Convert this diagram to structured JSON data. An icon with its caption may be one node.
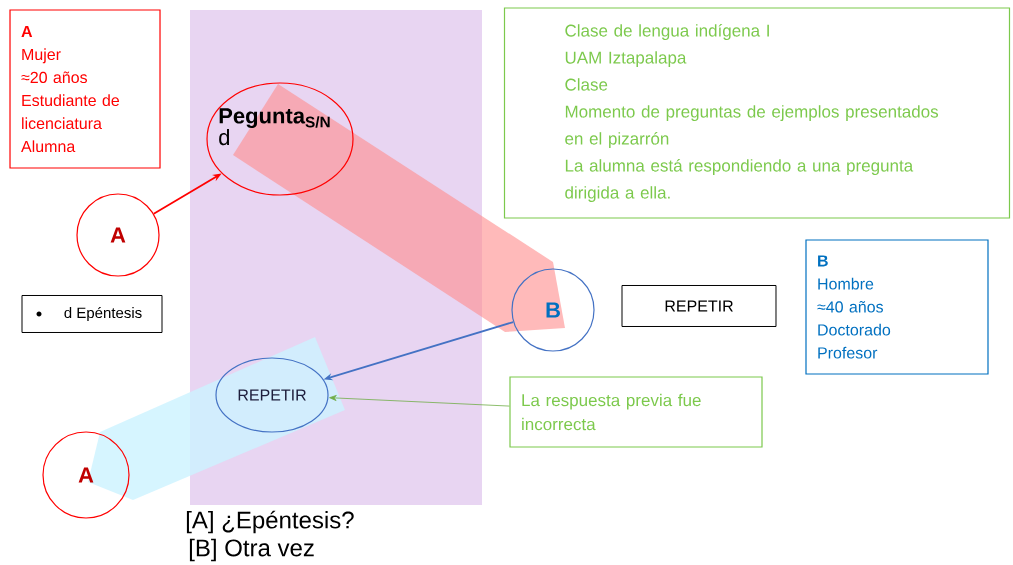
{
  "diagram": {
    "nodes": [
      {
        "text": [
          "A",
          "Mujer",
          "≈20 años",
          "Estudiante de licenciatura",
          "Alumna"
        ]
      },
      {
        "text": [
          "Clase de lengua indígena I",
          "UAM Iztapalapa",
          "Clase",
          "Momento de preguntas de ejemplos presentados en el pizarrón",
          "La alumna está respondiendo a una pregunta dirigida a ella."
        ]
      },
      {
        "text": [
          "A"
        ]
      },
      {
        "text": [
          "Pegunta$_{S/N}$",
          "d"
        ]
      },
      {
        "text": [
          "d Epéntesis"
        ]
      },
      {
        "text": [
          "B"
        ]
      },
      {
        "text": [
          "REPETIR"
        ]
      },
      {
        "text": [
          "B",
          "Hombre",
          "≈40 años",
          "Doctorado",
          "Profesor"
        ]
      },
      {
        "text": [
          "REPETIR"
        ]
      },
      {
        "text": [
          "La respuesta previa fue incorrecta"
        ]
      },
      {
        "text": [
          "A"
        ]
      }
    ],
    "edges": [
      {
        "from": 2,
        "to": 3,
        "arrow": "to",
        "color": "#ff0000"
      },
      {
        "from": 5,
        "to": 8,
        "arrow": "to",
        "color": "#4472c4"
      },
      {
        "from": 9,
        "to": 8,
        "arrow": "to",
        "color": "#70ad47"
      }
    ],
    "labels": [
      "[A] ¿Epéntesis?",
      "[B] Otra vez"
    ]
  }
}
